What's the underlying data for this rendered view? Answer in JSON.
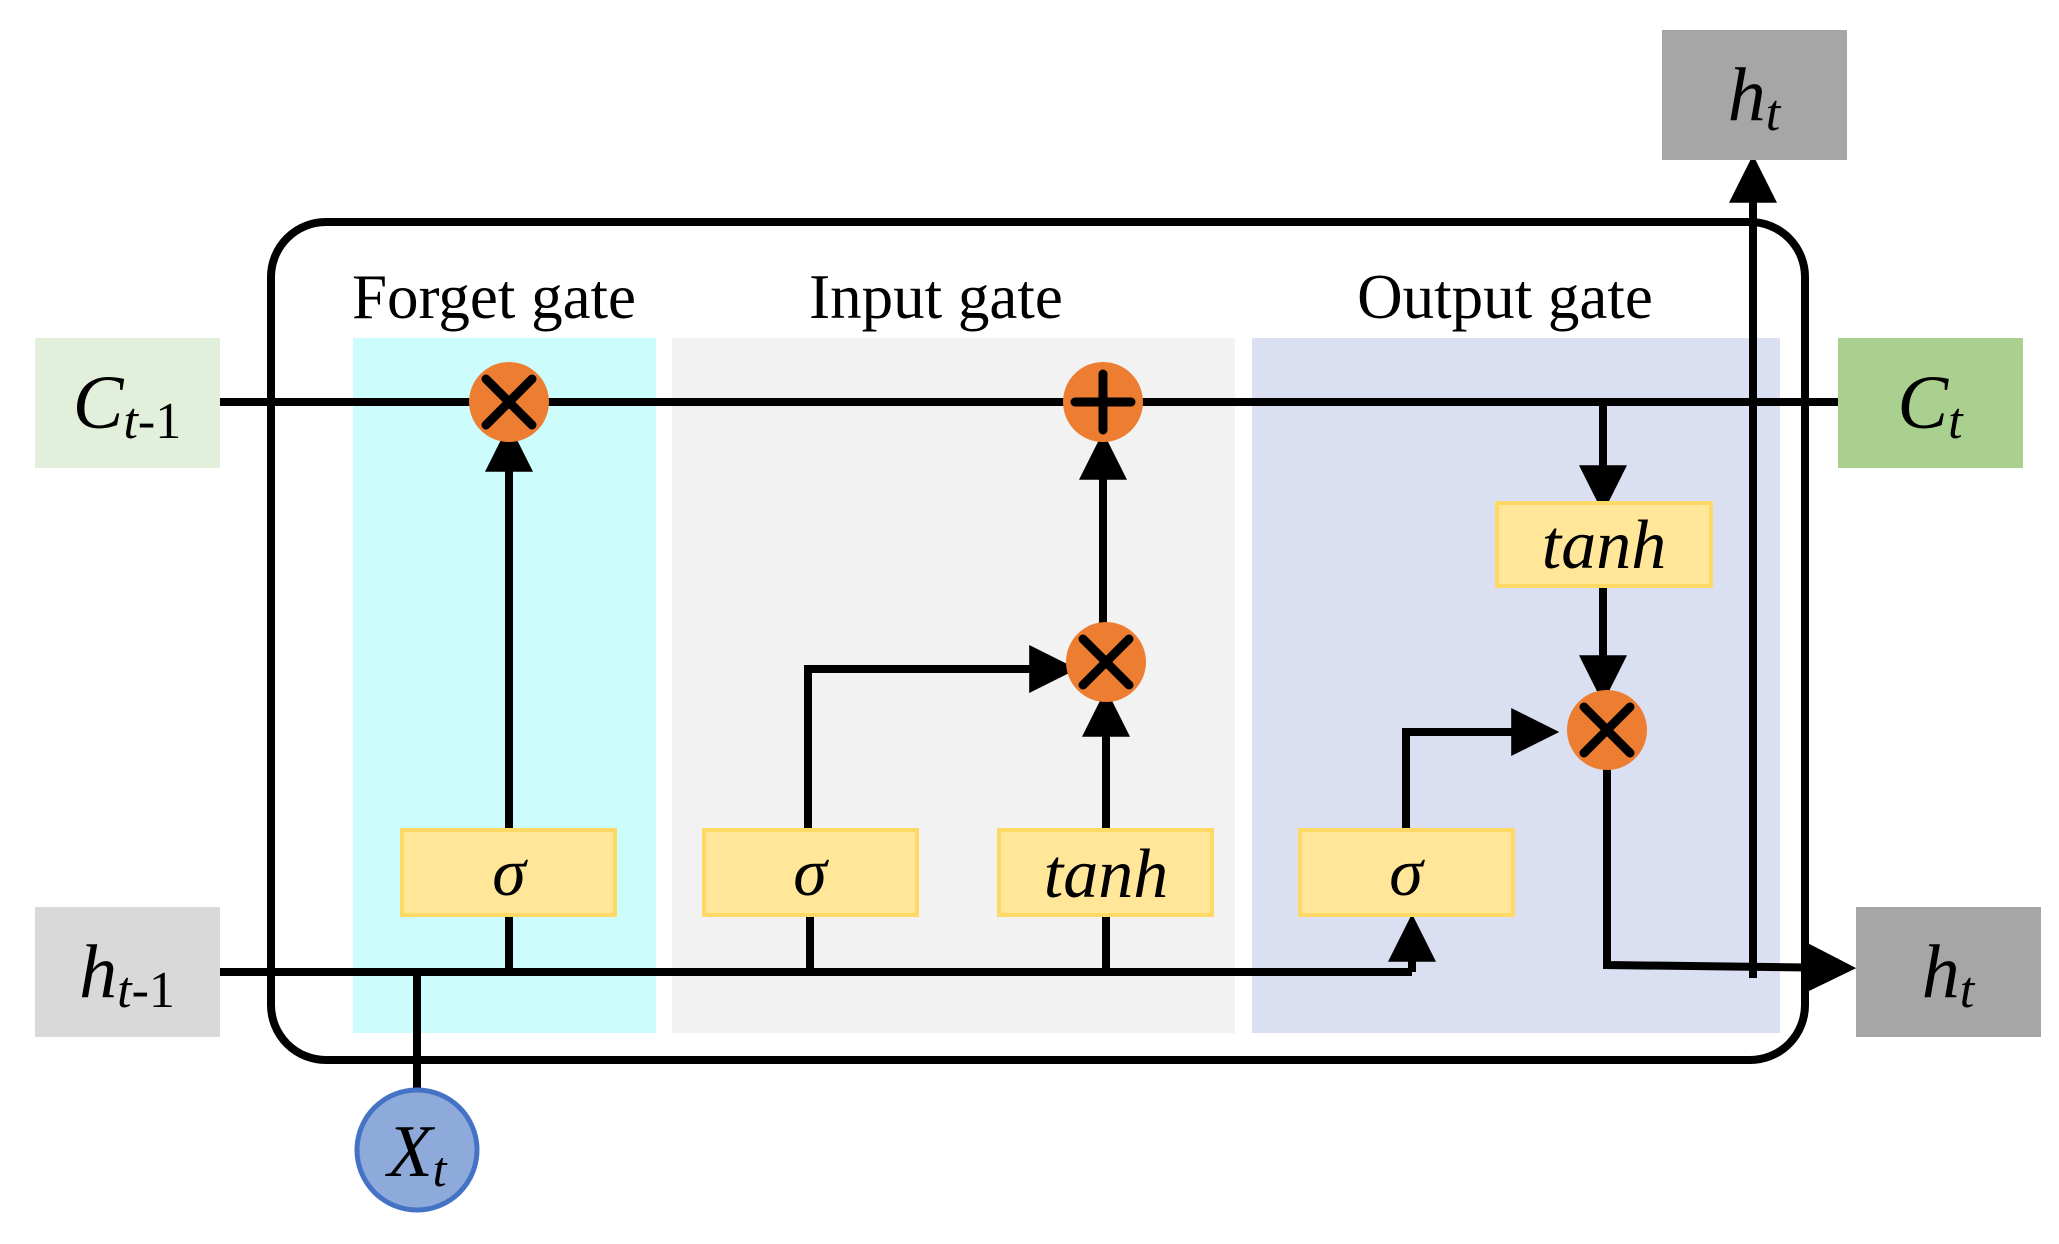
{
  "gates": {
    "forget": "Forget gate",
    "input": "Input gate",
    "output": "Output gate"
  },
  "io": {
    "c_prev_main": "C",
    "c_prev_sub_t": "t",
    "c_prev_sub_rest": "-1",
    "c_next_main": "C",
    "c_next_sub": "t",
    "h_prev_main": "h",
    "h_prev_sub_t": "t",
    "h_prev_sub_rest": "-1",
    "h_out_main": "h",
    "h_out_sub": "t",
    "h_top_main": "h",
    "h_top_sub": "t",
    "x_main": "X",
    "x_sub": "t"
  },
  "activations": {
    "forget_sigma": "σ",
    "input_sigma": "σ",
    "input_tanh": "tanh",
    "output_sigma": "σ",
    "output_tanh": "tanh"
  },
  "ops": {
    "forget_mul": "×",
    "cell_add": "+",
    "input_mul": "×",
    "output_mul": "×"
  },
  "colors": {
    "forget_region": "#ccfcfc",
    "input_region": "#f2f2f2",
    "output_region": "#dae0f2",
    "activation_fill": "#ffe699",
    "activation_border": "#ffd966",
    "operator_fill": "#ed7d31",
    "c_prev_fill": "#e2efda",
    "c_next_fill": "#a9d08e",
    "h_prev_fill": "#d9d9d9",
    "h_out_fill": "#a6a6a6",
    "x_fill": "#8eaadb",
    "x_border": "#4472c4"
  }
}
